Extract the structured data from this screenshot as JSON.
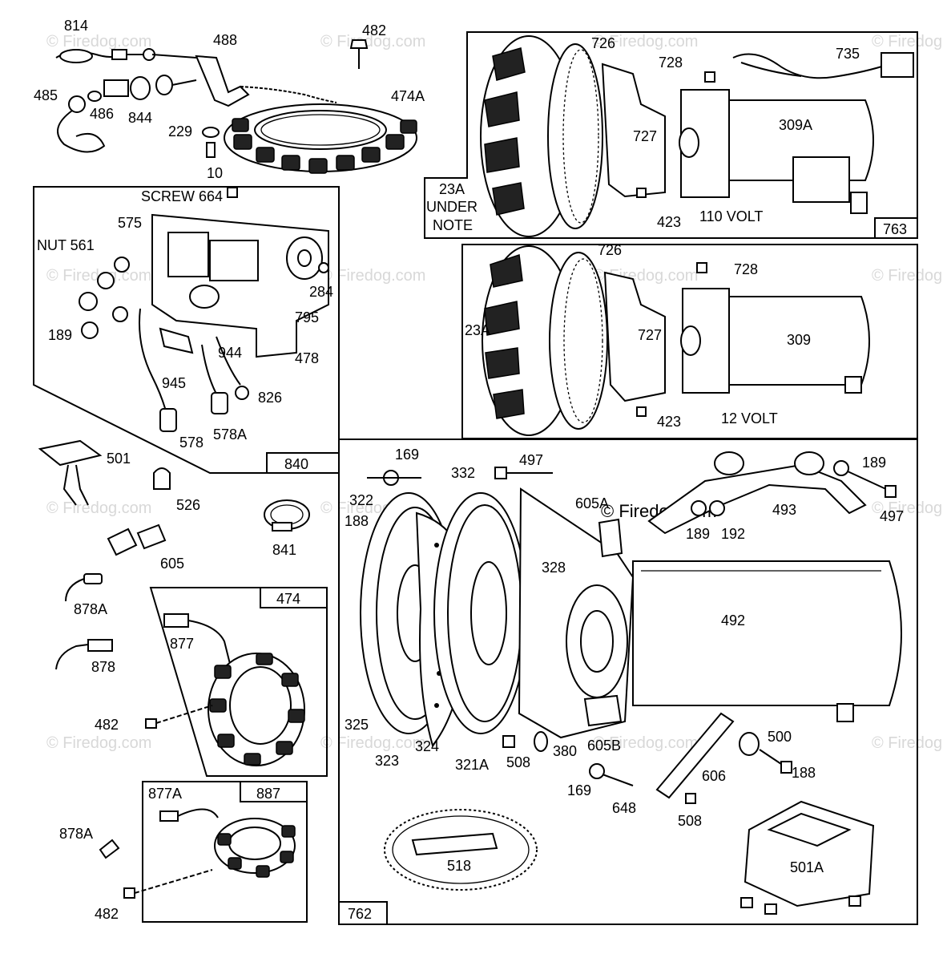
{
  "watermark": "© Firedog.com",
  "labels": {
    "l814": "814",
    "l488": "488",
    "l482a": "482",
    "l485": "485",
    "l486": "486",
    "l844": "844",
    "l474A": "474A",
    "l229": "229",
    "l10": "10",
    "l726a": "726",
    "l728a": "728",
    "l735": "735",
    "l727a": "727",
    "l309A": "309A",
    "l23A_u1": "23A",
    "l23A_u2": "UNDER",
    "l23A_u3": "NOTE",
    "l423a": "423",
    "l110volt": "110 VOLT",
    "l763": "763",
    "lscrew664": "SCREW 664",
    "l575": "575",
    "lnut561": "NUT 561",
    "l284": "284",
    "l795": "795",
    "l189a": "189",
    "l944": "944",
    "l478": "478",
    "l945": "945",
    "l826": "826",
    "l578": "578",
    "l578A": "578A",
    "l840": "840",
    "l726b": "726",
    "l728b": "728",
    "l23Ab": "23A",
    "l727b": "727",
    "l309": "309",
    "l423b": "423",
    "l12volt": "12 VOLT",
    "l501": "501",
    "l526": "526",
    "l841": "841",
    "l605": "605",
    "l878A_a": "878A",
    "l878": "878",
    "l474": "474",
    "l877": "877",
    "l482b": "482",
    "l877A": "877A",
    "l887": "887",
    "l878A_b": "878A",
    "l482c": "482",
    "l169a": "169",
    "l497a": "497",
    "l332": "332",
    "l322": "322",
    "l188a": "188",
    "l605A": "605A",
    "l189b": "189",
    "l493": "493",
    "l497b": "497",
    "l189c": "189",
    "l192": "192",
    "l328": "328",
    "l492": "492",
    "l325": "325",
    "l323": "323",
    "l324": "324",
    "l321A": "321A",
    "l508a": "508",
    "l380": "380",
    "l605B": "605B",
    "l500": "500",
    "l188b": "188",
    "l606": "606",
    "l169b": "169",
    "l648": "648",
    "l508b": "508",
    "l518": "518",
    "l501A": "501A",
    "l762": "762"
  }
}
